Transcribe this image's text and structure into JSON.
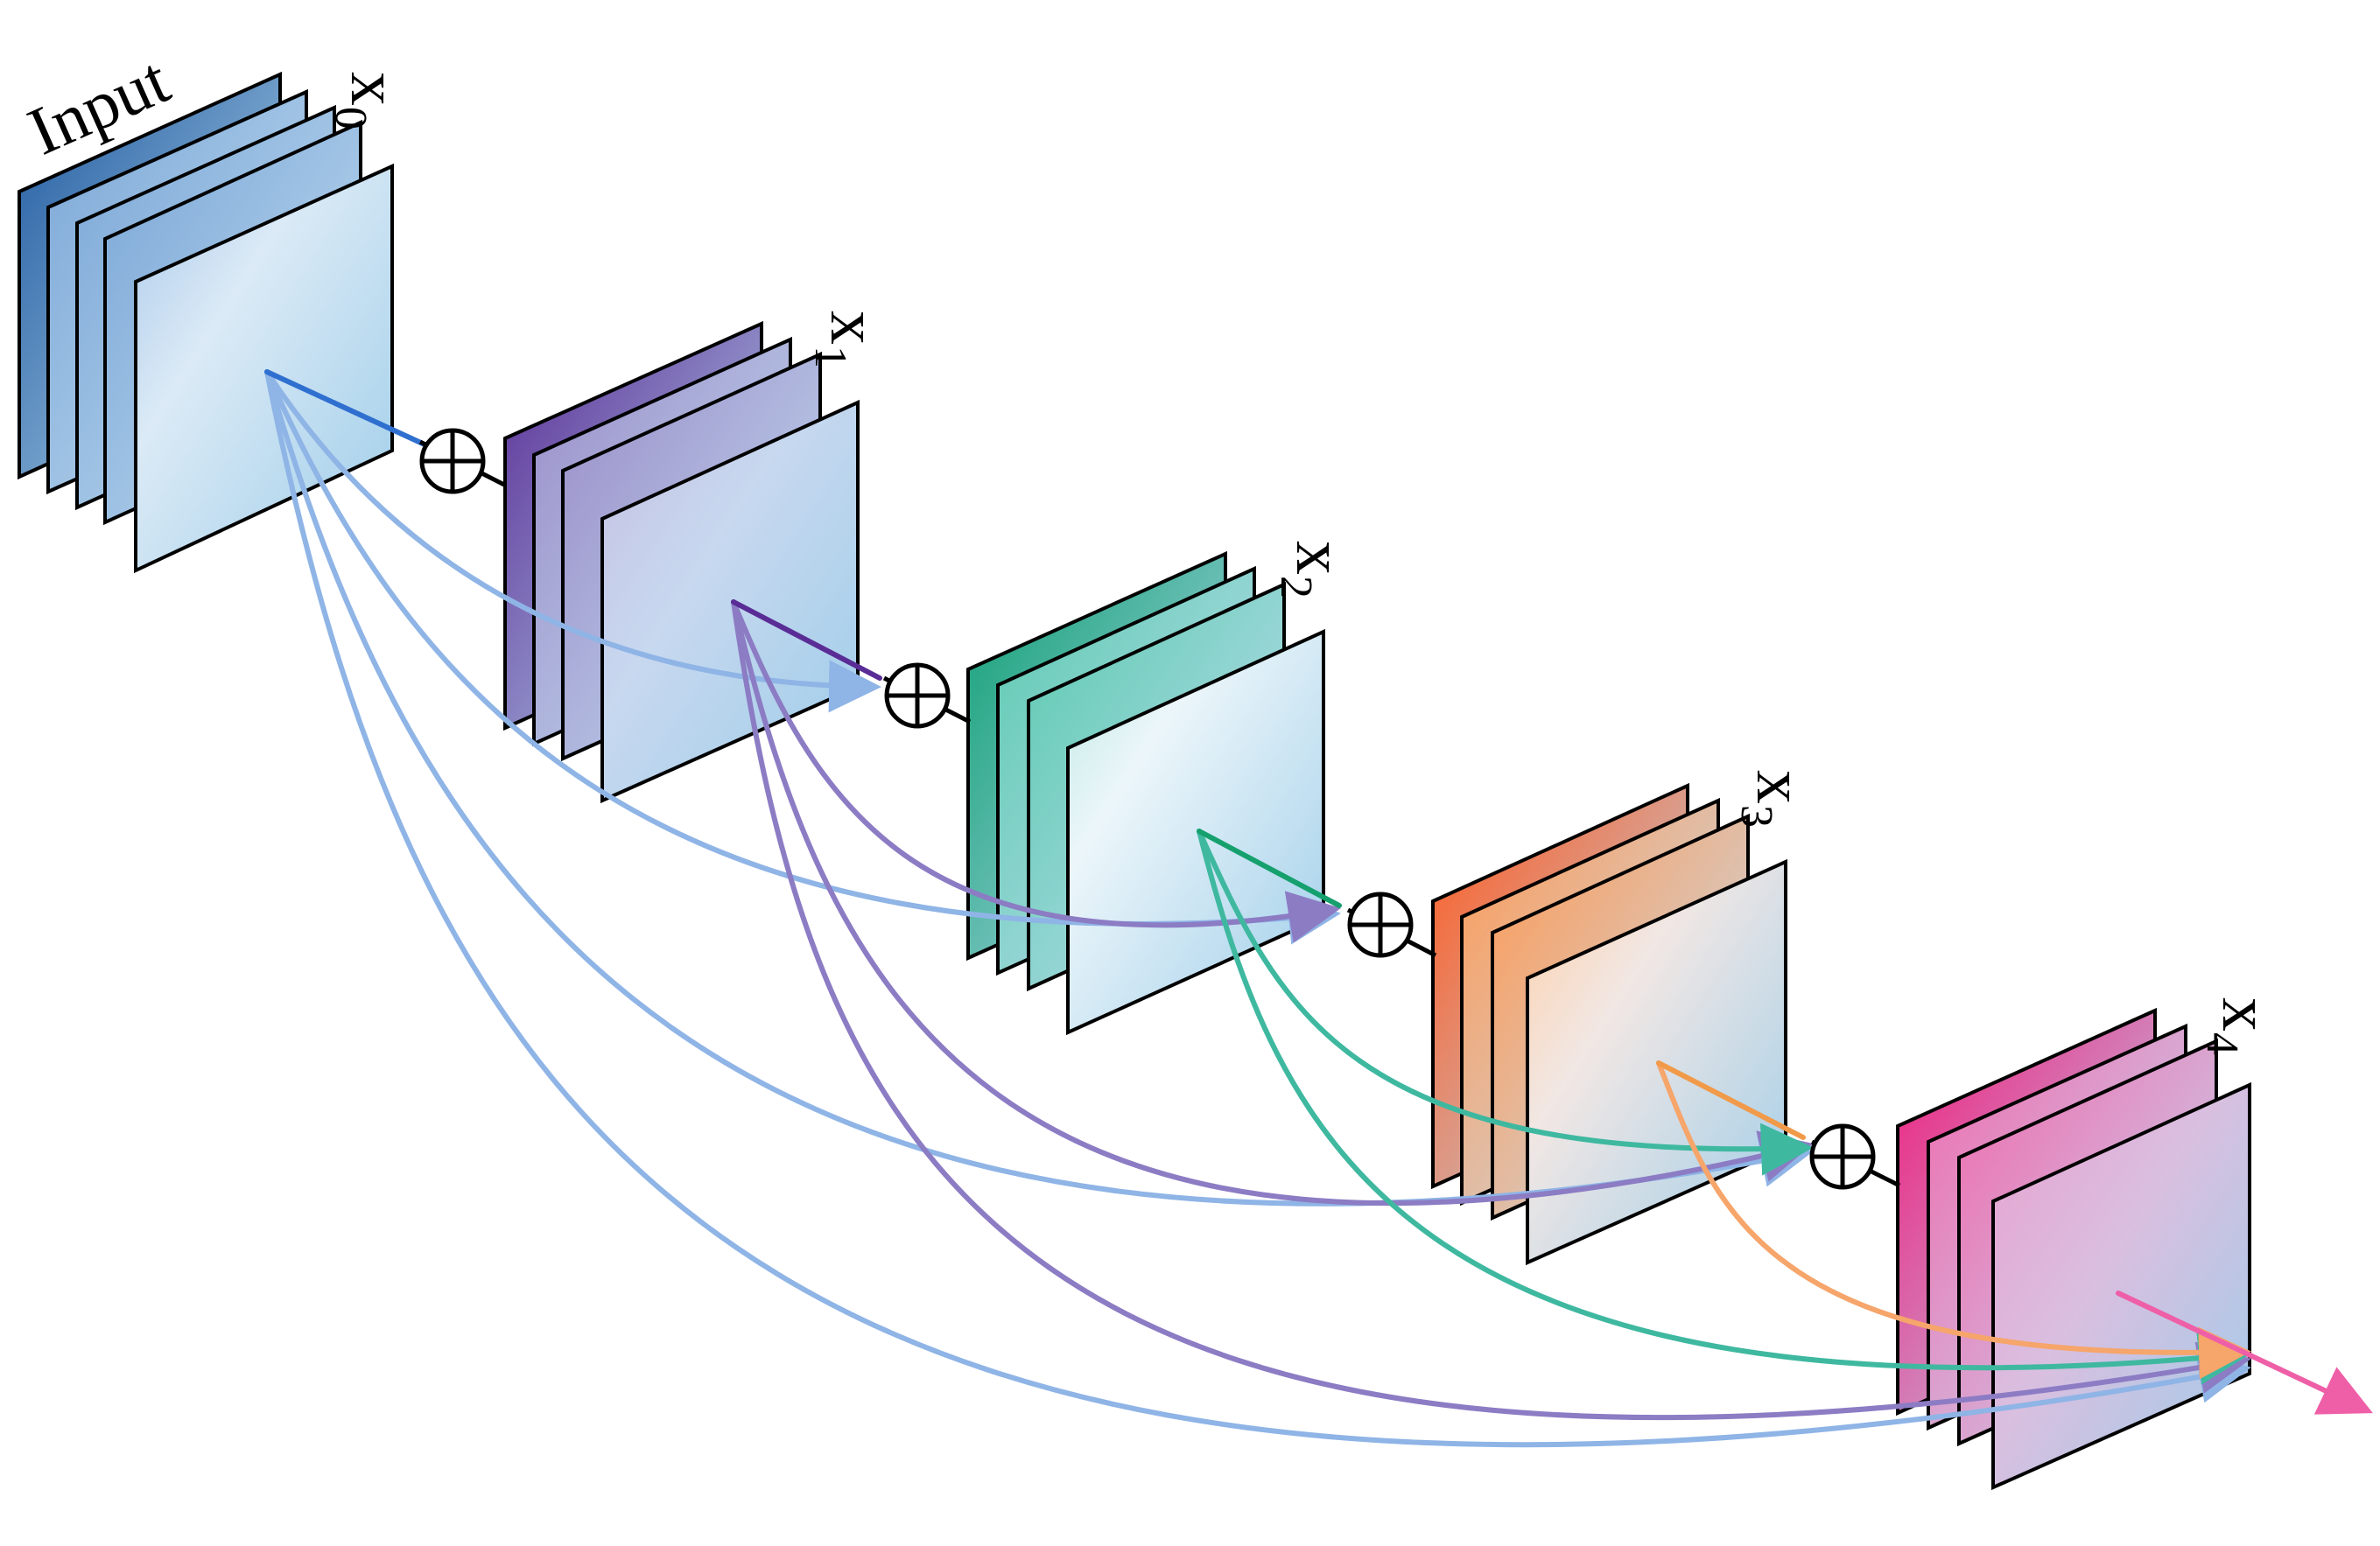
{
  "title": "Input",
  "blocks": [
    {
      "label": "x",
      "sub": "0",
      "grad": [
        "#1f5aa0",
        "#b8d9ee"
      ]
    },
    {
      "label": "x",
      "sub": "1",
      "grad": [
        "#5a2d96",
        "#b8d9ee"
      ]
    },
    {
      "label": "x",
      "sub": "2",
      "grad": [
        "#0e9f73",
        "#b8d9ee"
      ]
    },
    {
      "label": "x",
      "sub": "3",
      "grad": [
        "#ff5a1f",
        "#b8d9ee"
      ]
    },
    {
      "label": "x",
      "sub": "4",
      "grad": [
        "#f01c7c",
        "#b8d9ee"
      ]
    }
  ],
  "operator": "⊕",
  "colors": {
    "from_x0": "#8fb4e6",
    "from_x1": "#8c7cc4",
    "from_x2": "#3fb8a0",
    "from_x3": "#f6a56b",
    "output": "#ef5fa7",
    "x0_to_sum1": "#2f6fcf",
    "x1_to_sum2": "#5a2d96",
    "x2_to_sum3": "#16a06e",
    "x3_to_sum4": "#f19a4a"
  }
}
